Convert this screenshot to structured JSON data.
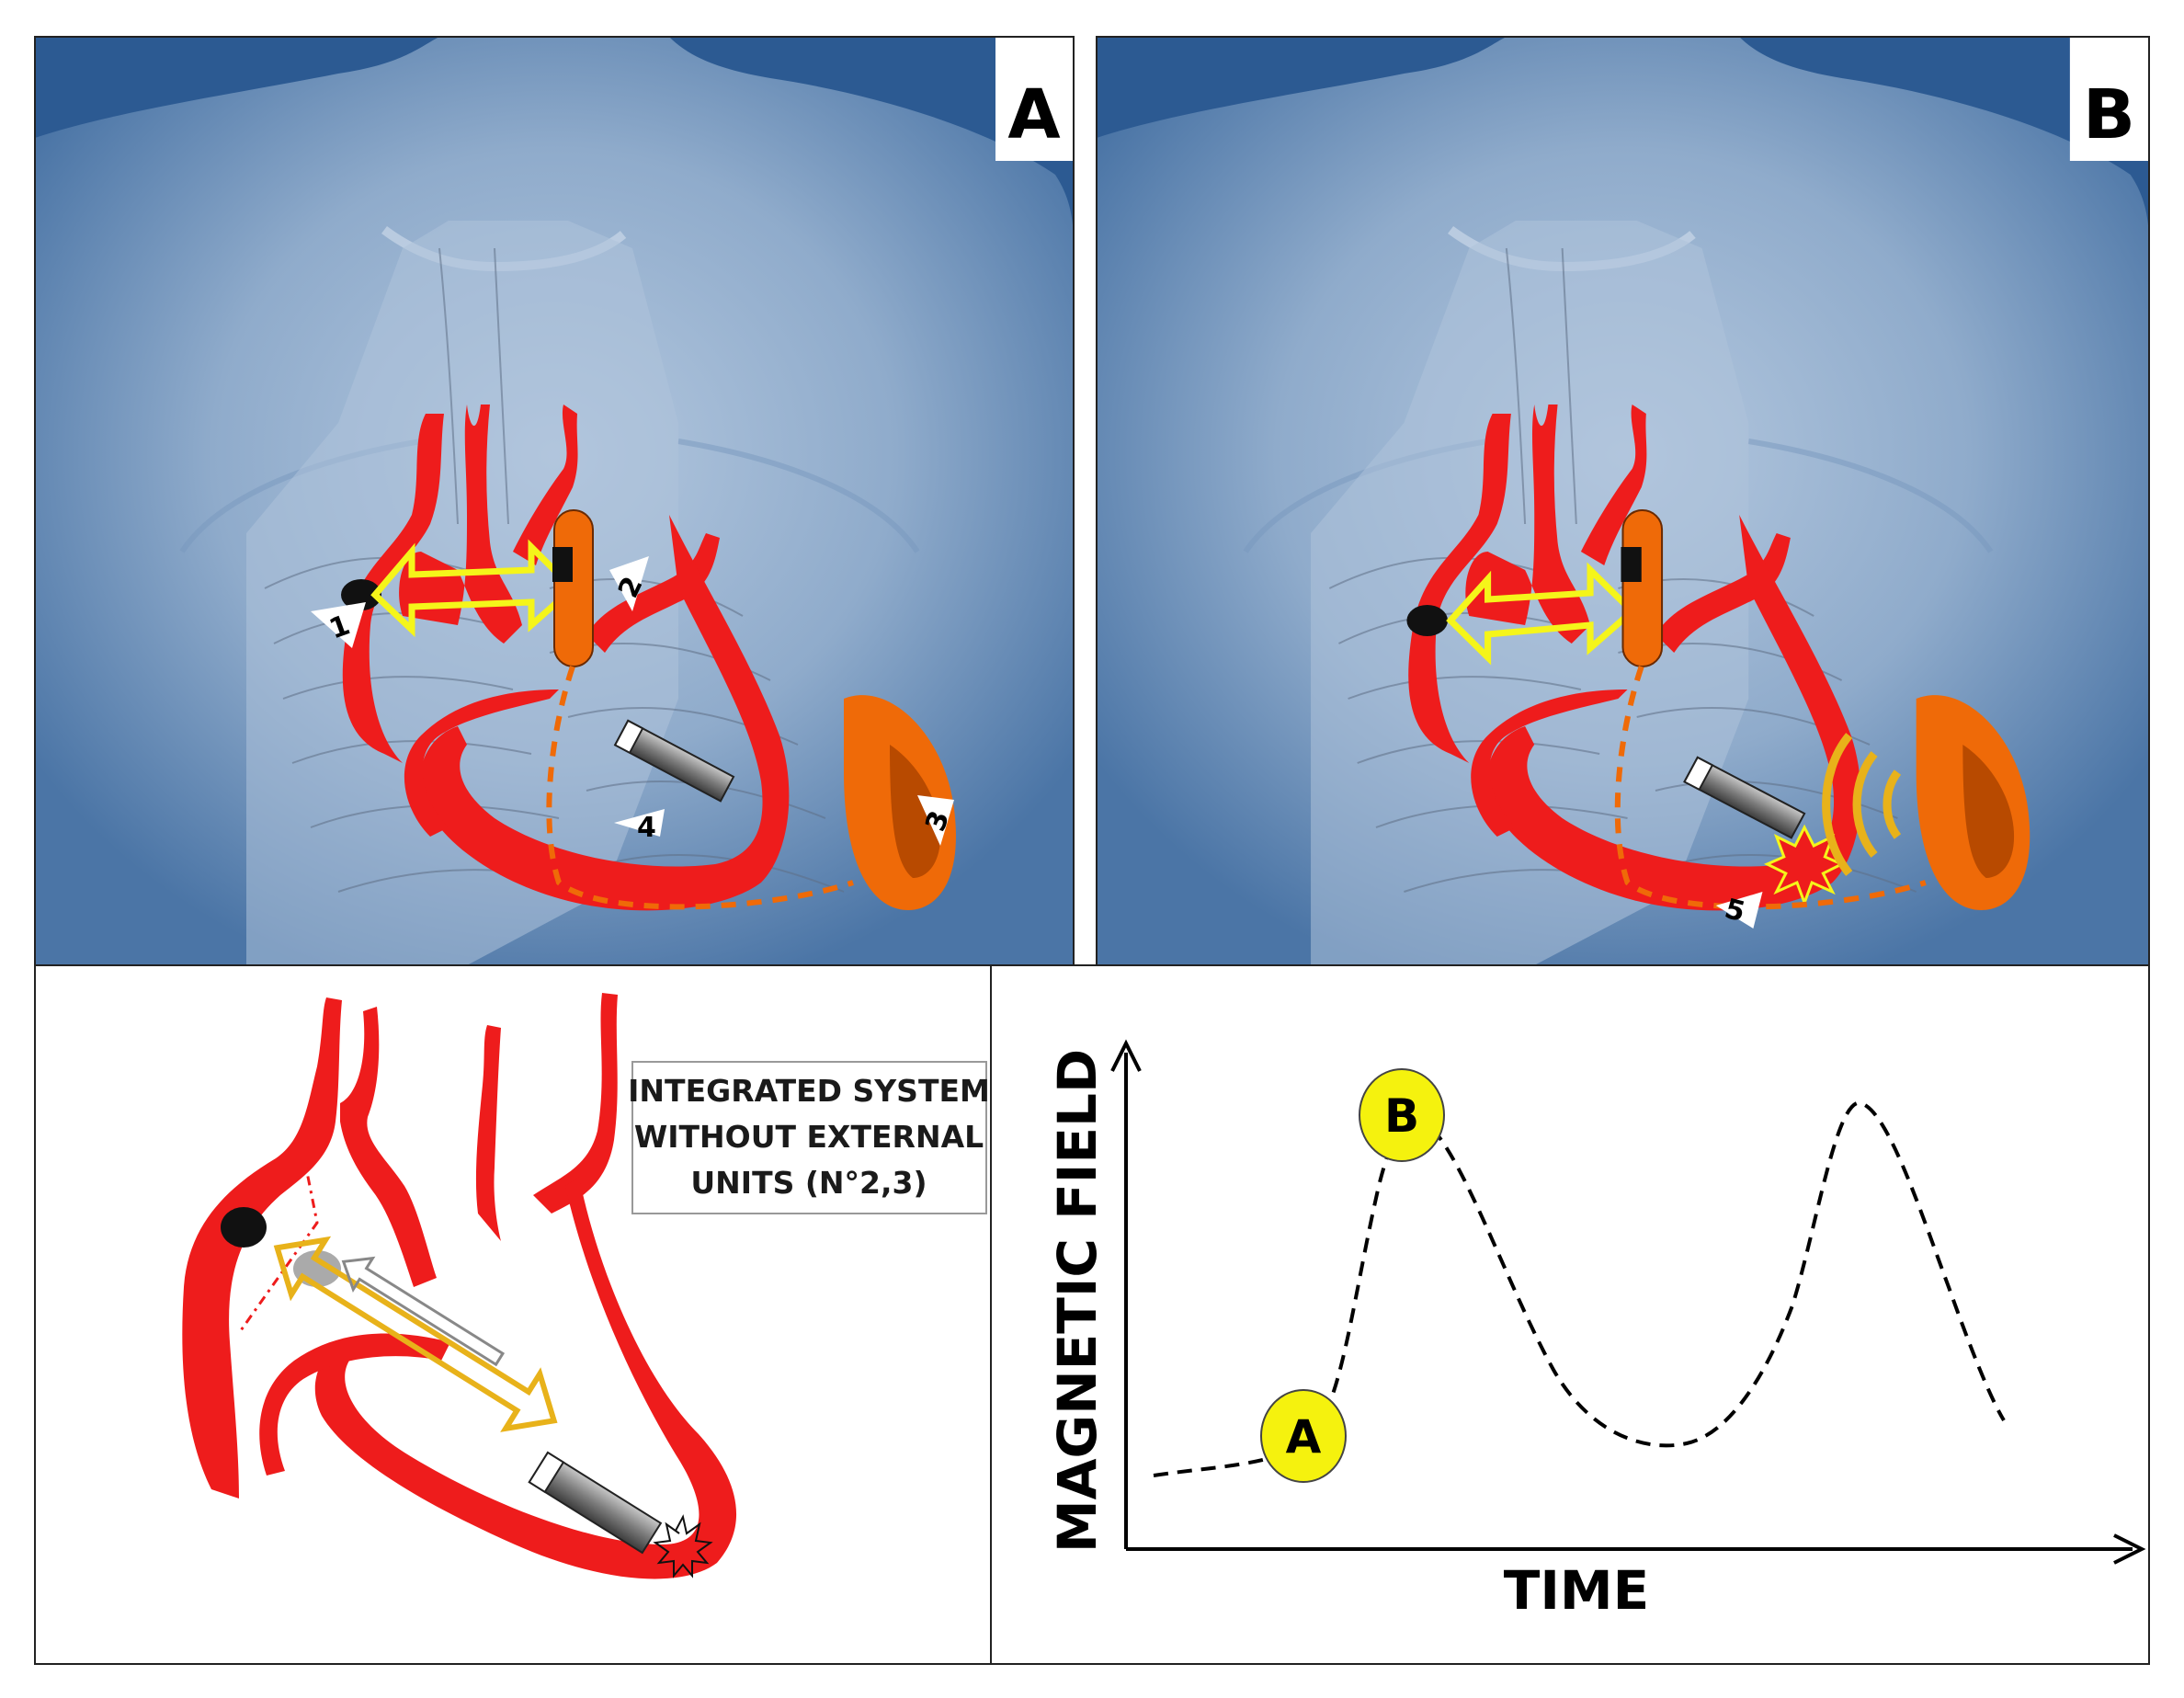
{
  "panels": {
    "a": {
      "label": "A",
      "callouts": [
        "1",
        "2",
        "3",
        "4"
      ]
    },
    "b": {
      "label": "B",
      "callouts": [
        "5"
      ]
    }
  },
  "integrated_box": {
    "lines": [
      "INTEGRATED SYSTEM",
      "WITHOUT EXTERNAL",
      "UNITS (N°2,3)"
    ]
  },
  "graph": {
    "y_axis_title": "MAGNETIC FIELD",
    "x_axis_title": "TIME",
    "markers": [
      "A",
      "B"
    ]
  },
  "colors": {
    "background_blue": "#2c5a92",
    "heart_red": "#ee1c1c",
    "device_orange": "#ef6a08",
    "arrow_yellow": "#f5f51a",
    "arrow_gold": "#e8b21a",
    "marker_yellow": "#f5f20e"
  },
  "icons": [
    "heart-vessels",
    "leadless-pacemaker",
    "subcutaneous-unit",
    "double-headed-arrow",
    "wireless-signal-icon",
    "sensor-capsule"
  ]
}
